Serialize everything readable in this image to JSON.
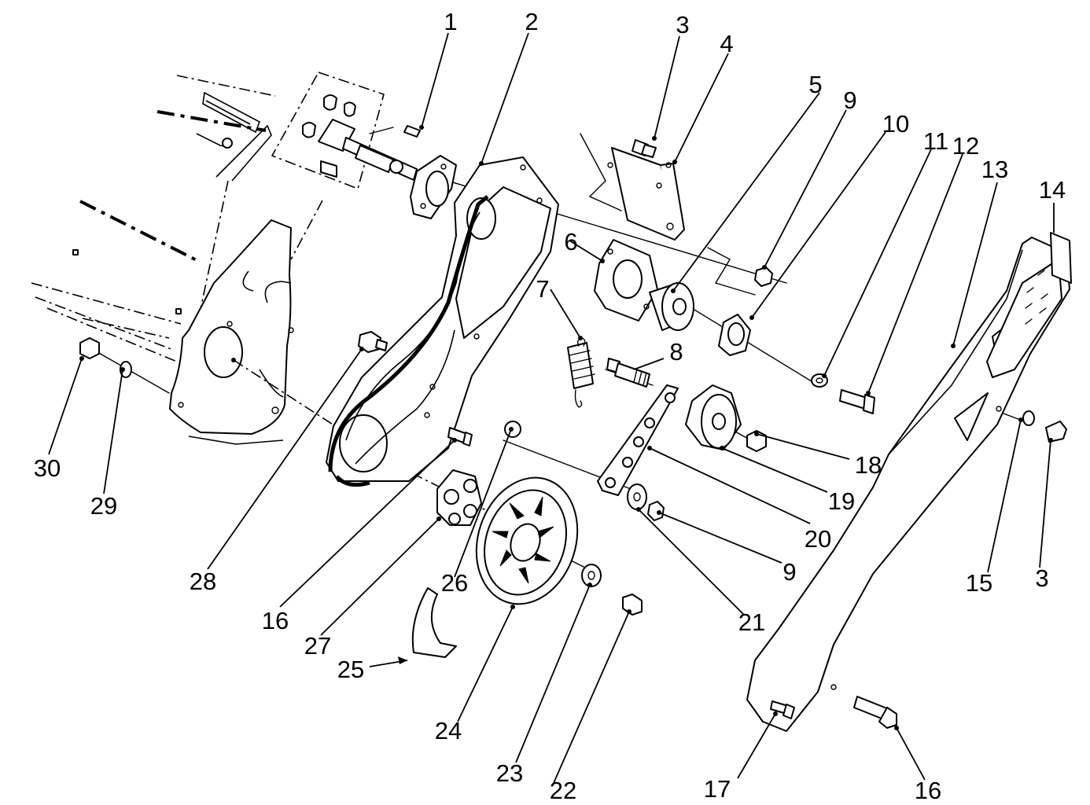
{
  "callouts": [
    {
      "label": "1"
    },
    {
      "label": "2"
    },
    {
      "label": "3"
    },
    {
      "label": "4"
    },
    {
      "label": "5"
    },
    {
      "label": "9"
    },
    {
      "label": "10"
    },
    {
      "label": "11"
    },
    {
      "label": "12"
    },
    {
      "label": "13"
    },
    {
      "label": "14"
    },
    {
      "label": "6"
    },
    {
      "label": "7"
    },
    {
      "label": "8"
    },
    {
      "label": "18"
    },
    {
      "label": "19"
    },
    {
      "label": "20"
    },
    {
      "label": "9"
    },
    {
      "label": "21"
    },
    {
      "label": "15"
    },
    {
      "label": "3"
    },
    {
      "label": "30"
    },
    {
      "label": "29"
    },
    {
      "label": "28"
    },
    {
      "label": "16"
    },
    {
      "label": "27"
    },
    {
      "label": "26"
    },
    {
      "label": "25"
    },
    {
      "label": "24"
    },
    {
      "label": "23"
    },
    {
      "label": "22"
    },
    {
      "label": "17"
    },
    {
      "label": "16"
    }
  ]
}
